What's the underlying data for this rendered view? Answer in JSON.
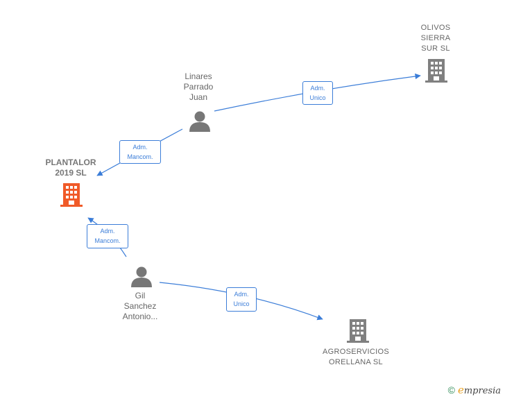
{
  "colors": {
    "edge": "#3b7dd8",
    "person_icon": "#777777",
    "company_icon": "#808080",
    "main_company_icon": "#f05a28"
  },
  "nodes": {
    "olivos": {
      "label": "OLIVOS\nSIERRA\nSUR SL",
      "icon": "building-icon"
    },
    "linares": {
      "label": "Linares\nParrado\nJuan",
      "icon": "person-icon"
    },
    "plantalor": {
      "label": "PLANTALOR\n2019  SL",
      "icon": "building-icon"
    },
    "gil": {
      "label": "Gil\nSanchez\nAntonio...",
      "icon": "person-icon"
    },
    "agroservicios": {
      "label": "AGROSERVICIOS\nORELLANA  SL",
      "icon": "building-icon"
    }
  },
  "edges": {
    "linares_olivos": {
      "label": "Adm.\nUnico"
    },
    "linares_plantalor": {
      "label": "Adm.\nMancom."
    },
    "gil_plantalor": {
      "label": "Adm.\nMancom."
    },
    "gil_agroservicios": {
      "label": "Adm.\nUnico"
    }
  },
  "footer": {
    "copyright": "©",
    "brand_initial": "e",
    "brand_rest": "mpresia"
  }
}
